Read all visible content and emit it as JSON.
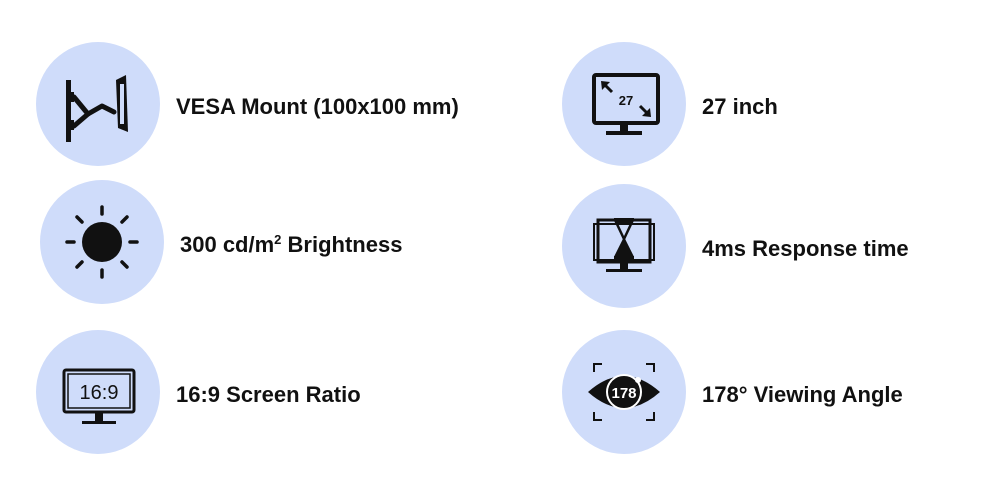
{
  "features": {
    "vesa": {
      "label": "VESA Mount (100x100 mm)",
      "icon": "wall-mount-icon"
    },
    "size": {
      "label": "27 inch",
      "icon_text": "27",
      "icon": "screen-size-icon"
    },
    "brightness": {
      "label_prefix": "300 cd/m",
      "label_sup": "2",
      "label_suffix": " Brightness",
      "icon": "sun-icon"
    },
    "response": {
      "label": "4ms Response time",
      "icon": "hourglass-monitor-icon"
    },
    "ratio": {
      "label": "16:9 Screen Ratio",
      "icon_text": "16:9",
      "icon": "aspect-ratio-monitor-icon"
    },
    "viewing": {
      "label": "178° Viewing Angle",
      "icon_text": "178",
      "icon": "eye-icon"
    }
  },
  "colors": {
    "circle": "#cfdcfa",
    "ink": "#111111"
  }
}
